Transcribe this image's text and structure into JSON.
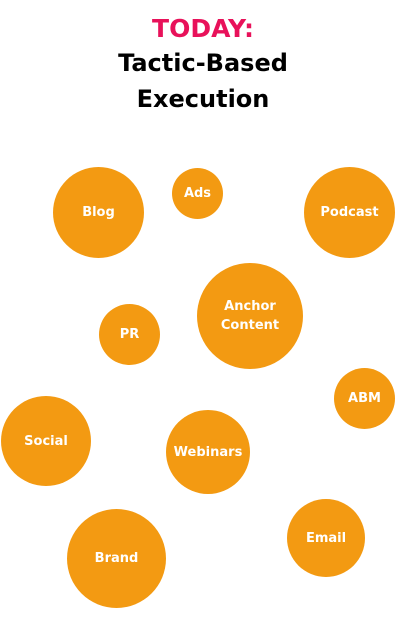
{
  "heading": {
    "accent": "TODAY:",
    "line1": "Tactic-Based",
    "line2": "Execution"
  },
  "bubbles": [
    {
      "label": "Blog"
    },
    {
      "label": "Ads"
    },
    {
      "label": "Podcast"
    },
    {
      "label": "Anchor\nContent"
    },
    {
      "label": "PR"
    },
    {
      "label": "ABM"
    },
    {
      "label": "Social"
    },
    {
      "label": "Webinars"
    },
    {
      "label": "Email"
    },
    {
      "label": "Brand"
    }
  ],
  "colors": {
    "accent": "#e8115a",
    "bubble": "#f39a12",
    "bubble_text": "#ffffff",
    "heading_text": "#000000",
    "background": "#ffffff"
  }
}
